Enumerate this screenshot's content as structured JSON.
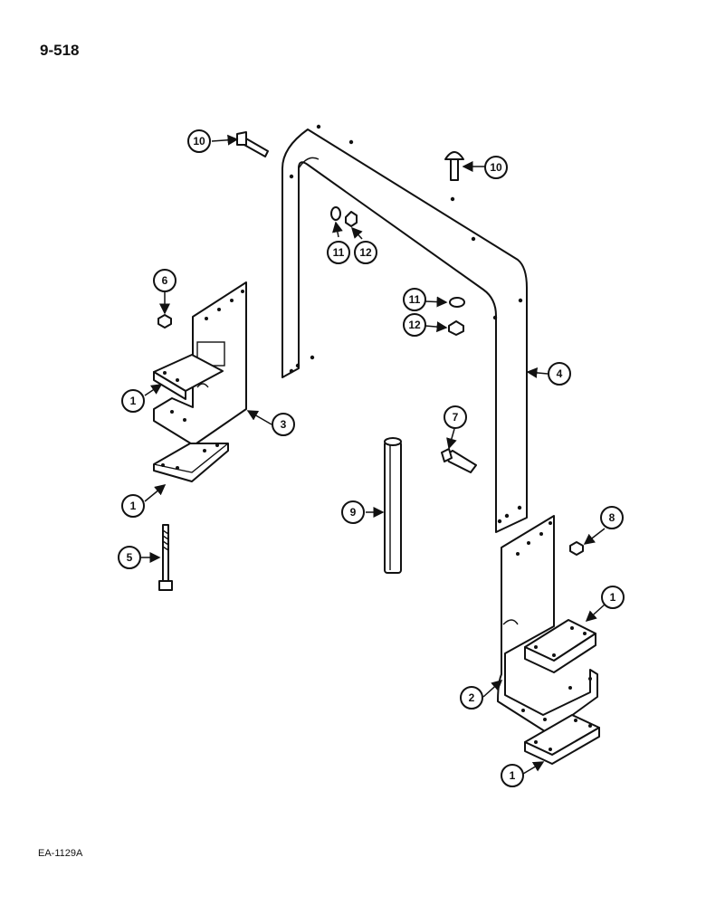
{
  "page": {
    "number": "9-518",
    "drawing_code": "EA-1129A"
  },
  "parts": {
    "mounting_block": "1",
    "bracket_right": "2",
    "bracket_left": "3",
    "frame": "4",
    "bolt_long": "5",
    "nut_left": "6",
    "bolt_frame": "7",
    "nut_right": "8",
    "rod": "9",
    "bolt": "10",
    "lock_washer": "11",
    "nut": "12"
  },
  "colors": {
    "ink": "#111111",
    "paper": "#ffffff"
  }
}
